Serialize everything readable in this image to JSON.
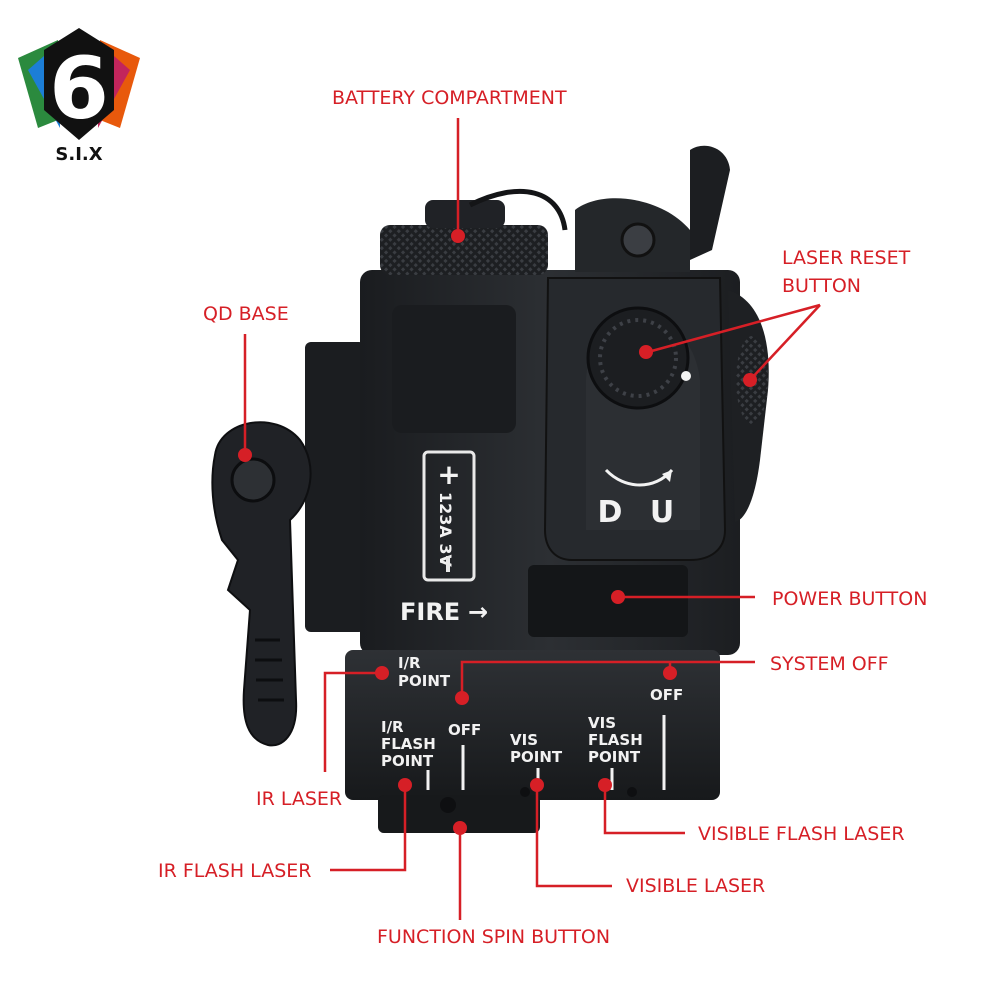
{
  "logo": {
    "text": "S.I.X",
    "glyph": "6"
  },
  "callouts": {
    "battery_compartment": "BATTERY COMPARTMENT",
    "laser_reset_line1": "LASER RESET",
    "laser_reset_line2": "BUTTON",
    "qd_base": "QD BASE",
    "power_button": "POWER BUTTON",
    "system_off": "SYSTEM OFF",
    "ir_laser": "IR LASER",
    "ir_flash_laser": "IR FLASH LASER",
    "function_spin_button": "FUNCTION SPIN BUTTON",
    "visible_laser": "VISIBLE LASER",
    "visible_flash_laser": "VISIBLE FLASH LASER"
  },
  "device_markings": {
    "battery": "123A 3V",
    "plus": "+",
    "minus": "—",
    "fire": "FIRE",
    "fire_arrow": "→",
    "dial_d": "D",
    "dial_u": "U",
    "ir_point": [
      "I/R",
      "POINT"
    ],
    "off_left": "OFF",
    "ir_flash_point": [
      "I/R",
      "FLASH",
      "POINT"
    ],
    "vis_point": [
      "VIS",
      "POINT"
    ],
    "vis_flash_point": [
      "VIS",
      "FLASH",
      "POINT"
    ],
    "off_right": "OFF"
  }
}
